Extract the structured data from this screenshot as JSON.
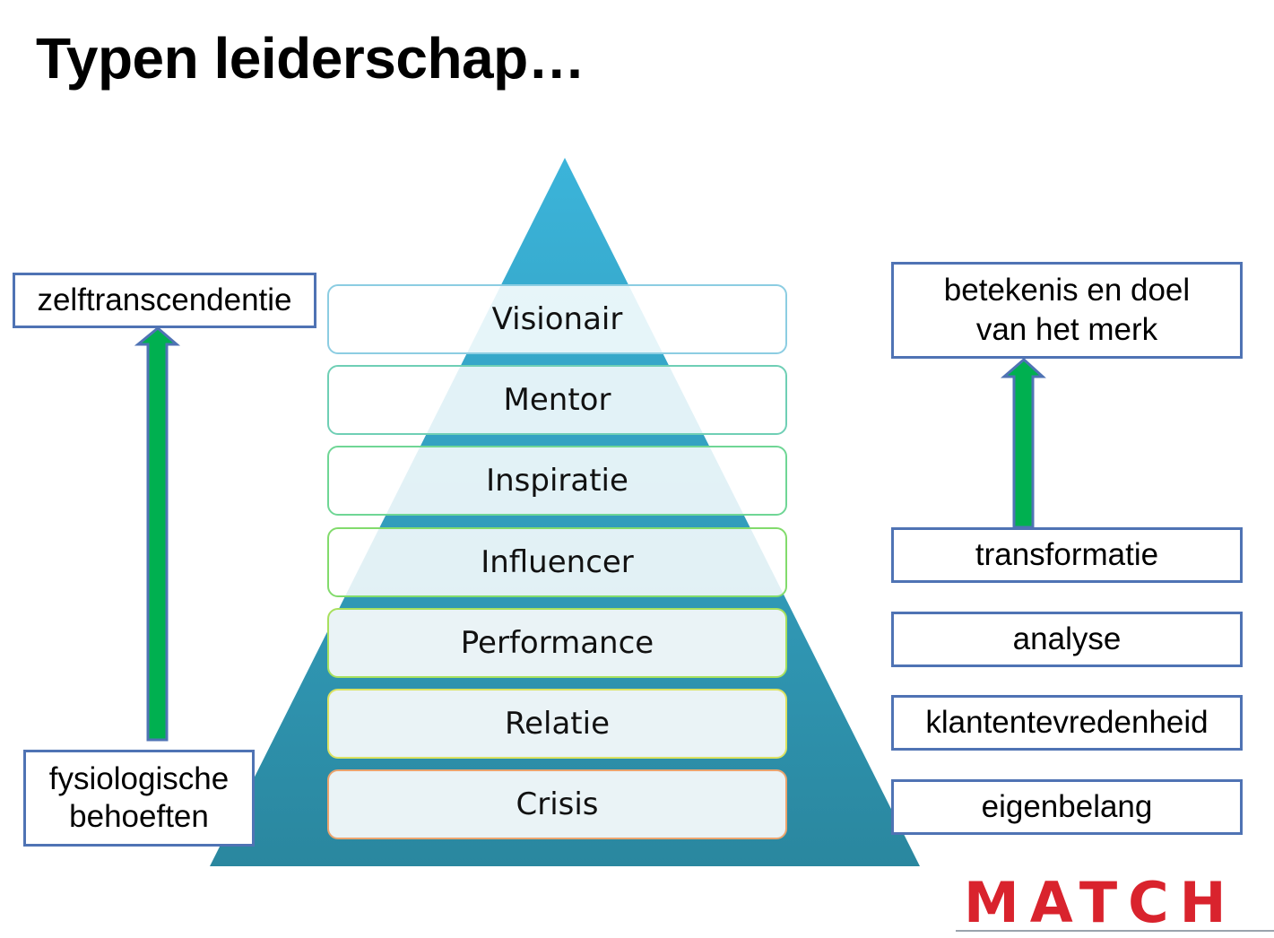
{
  "title": "Typen leiderschap…",
  "pyramid_levels": [
    "Visionair",
    "Mentor",
    "Inspiratie",
    "Influencer",
    "Performance",
    "Relatie",
    "Crisis"
  ],
  "left_labels": {
    "top": "zelftranscendentie",
    "bottom_line1": "fysiologische",
    "bottom_line2": "behoeften"
  },
  "right_labels": {
    "top_line1": "betekenis en doel",
    "top_line2": "van het merk",
    "transformatie": "transformatie",
    "analyse": "analyse",
    "klantentevredenheid": "klantentevredenheid",
    "eigenbelang": "eigenbelang"
  },
  "logo": "MATCH",
  "colors": {
    "pyramid_top": "#3bb4da",
    "pyramid_bottom": "#2a879f",
    "arrow": "#00b050",
    "label_border": "#4f73b4",
    "logo": "#d9232d"
  }
}
